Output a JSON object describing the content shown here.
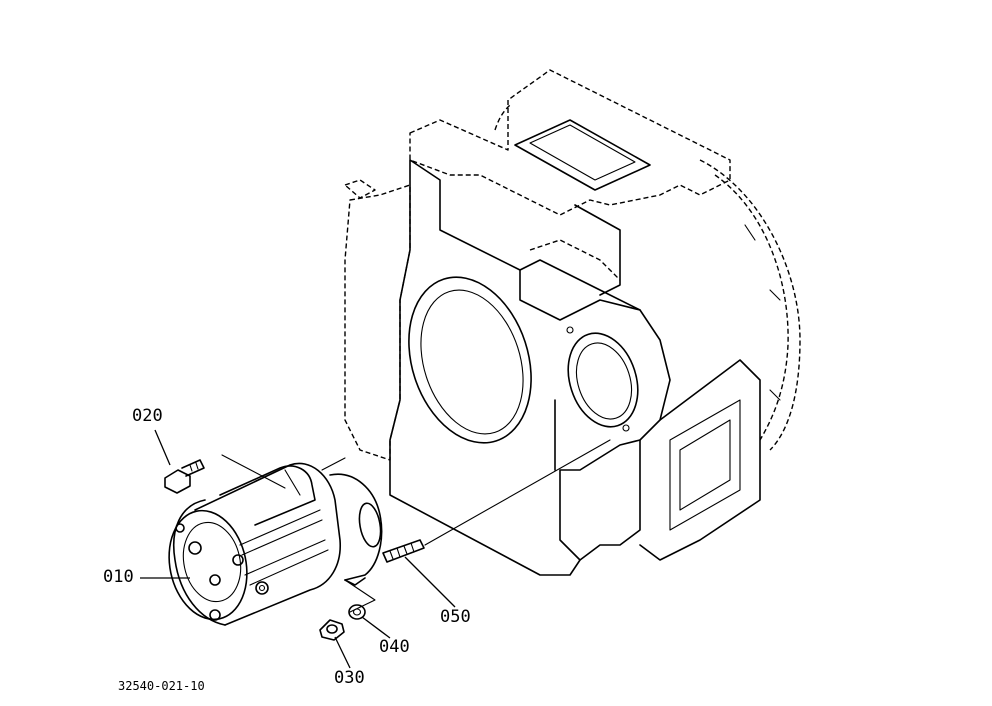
{
  "callouts": {
    "c010": "010",
    "c020": "020",
    "c030": "030",
    "c040": "040",
    "c050": "050"
  },
  "drawing_code": "32540-021-10"
}
